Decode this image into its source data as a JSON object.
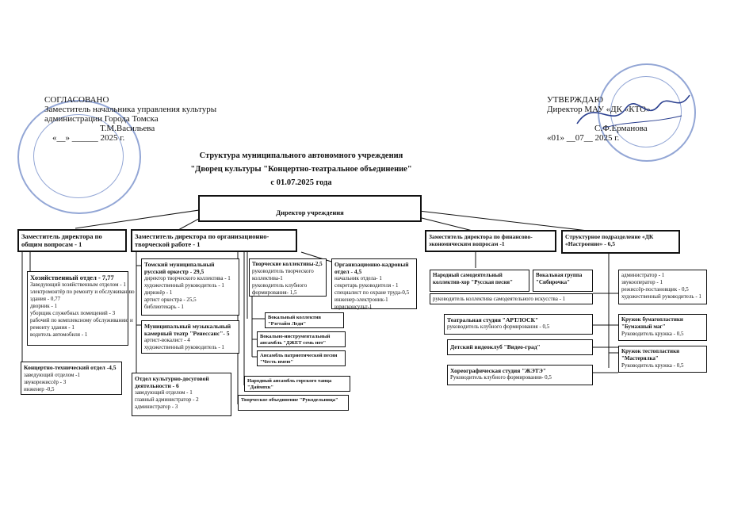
{
  "approval_left": {
    "title": "СОГЛАСОВАНО",
    "line1": "Заместитель начальника управления культуры",
    "line2": "администрации Города Томска",
    "signer": "Т.М.Васильева",
    "date": "«__» ______ 2025 г."
  },
  "approval_right": {
    "title": "УТВЕРЖДАЮ",
    "line1": "Директор МАУ «ДК «КТО»",
    "signer": "С.Ф.Ерманова",
    "date": "«01» __07__ 2025 г."
  },
  "doc_title": {
    "line1": "Структура муниципального автономного учреждения",
    "line2": "\"Дворец культуры \"Концертно-театральное объединение\"",
    "line3": "с 01.07.2025 года"
  },
  "director": "Директор учреждения",
  "deputy_general": {
    "title": "Заместитель директора по общим вопросам - 1",
    "household": {
      "title": "Хозяйственный отдел - 7,77",
      "items": [
        "Заведующий хозяйственным отделом - 1",
        "электромонтёр по ремонту и обслуживанию",
        "здания - 0,77",
        "дворник - 1",
        "уборщик служебных помещений - 3",
        "рабочий по комплексному обслуживанию и",
        "ремонту здания - 1",
        "водитель автомобиля - 1"
      ]
    },
    "concert_tech": {
      "title": "Концертно-технический отдел -4,5",
      "items": [
        "заведующий отделом -1",
        "звукорежиссёр - 3",
        "инженер -0,5"
      ]
    }
  },
  "deputy_creative": {
    "title": "Заместитель директора по организационно-творческой работе - 1",
    "orchestra": {
      "title": "Томский муниципальный русский оркестр - 29,5",
      "items": [
        "директор творческого коллектива - 1",
        "художественный руководитель - 1",
        "дирижёр - 1",
        "артист оркестра - 25,5",
        "библиотекарь - 1"
      ]
    },
    "renaissance": {
      "title": "Муниципальный музыкальный камерный театр \"Ренессанс\"- 5",
      "items": [
        "артист-вокалист - 4",
        "художественный руководитель - 1"
      ]
    },
    "leisure": {
      "title": "Отдел культурно-досуговой деятельности - 6",
      "items": [
        "заведующий отделом - 1",
        "главный администратор - 2",
        "администратор - 3"
      ]
    },
    "creative_groups": {
      "title": "Творческие коллективы-2,5",
      "items": [
        "руководитель творческого",
        "коллектива-1",
        "руководитель клубного",
        "формирования- 1,5"
      ]
    },
    "vocal_rzgatyem": "Вокальный коллектив \"Рэгтайм Леди\"",
    "jazz_sem_not": "Вокально-инструментальный ансамбль \"ДЖЕТ семь нот\"",
    "patriotic": "Ансамбль патриотической песни \"Честь имею\"",
    "dance_daimokh": "Народный ансамбль горского танца \"Даймохк\"",
    "rukodelnitsa": "Творческое объединение \"Рукодельница\"",
    "hr": {
      "title": "Организационно-кадровый отдел - 4,5",
      "items": [
        "начальник отдела- 1",
        "секретарь руководителя - 1",
        "специалист по охране труда-0,5",
        "инженер-электроник-1",
        "юрисконсульт-1"
      ]
    }
  },
  "deputy_finance": {
    "title": "Заместитель директора по финансово-экономическим вопросам -1"
  },
  "nastroenie": {
    "title": "Структурное подразделение «ДК «Настроение» - 6,5",
    "choir": "Народный самодеятельный коллектив-хор \"Русская песня\"",
    "sibirochka": "Вокальная группа \"Сибирочка\"",
    "choir_head": "руководитель коллектива самодеятельного искусства - 1",
    "staff": [
      "администратор - 1",
      "звукооператор - 1",
      "режиссёр-постановщик - 0,5",
      "художественный руководитель - 1"
    ],
    "artlosk": {
      "title": "Театральная студия \"АРТЛОСК\"",
      "sub": "руководитель клубного формирования - 0,5"
    },
    "bumazh": {
      "title": "Кружок бумагопластики \"Бумажный маг\"",
      "sub": "Руководитель кружка - 0,5"
    },
    "video": "Детский видеоклуб \"Видео-град\"",
    "testo": {
      "title": "Кружок тестопластики \"Мастерилка\"",
      "sub": "Руководитель кружка - 0,5"
    },
    "zhete": {
      "title": "Хореографическая студия \"ЖЭТЭ\"",
      "sub": "Руководитель клубного формирования- 0,5"
    }
  },
  "colors": {
    "stamp": "#3b5fb4",
    "ink": "#111111",
    "sign": "#2a3f8f"
  }
}
